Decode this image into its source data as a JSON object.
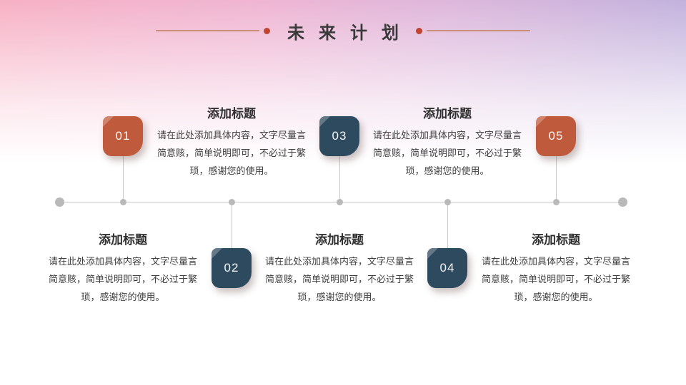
{
  "slide": {
    "title": "未来计划"
  },
  "colors": {
    "accent_orange": "#C05A3C",
    "accent_navy": "#2E4A5E",
    "title_text": "#3A3A3A",
    "deco_line": "#C98E76",
    "deco_dot": "#C14431",
    "timeline_gray": "#C9C9C9",
    "dot_gray": "#B9B9B9",
    "heading_text": "#2F2F2F",
    "body_text": "#404040",
    "gradient_left": "#F7B1C4",
    "gradient_mid": "#EFB5D3",
    "gradient_right": "#C1B2DD"
  },
  "timeline": {
    "items": [
      {
        "number": "01",
        "accent": "orange",
        "position": "top",
        "heading": "添加标题",
        "body": "请在此处添加具体内容，文字尽量言简意赅，简单说明即可，不必过于繁琐，感谢您的使用。"
      },
      {
        "number": "02",
        "accent": "navy",
        "position": "bottom",
        "heading": "添加标题",
        "body": "请在此处添加具体内容，文字尽量言简意赅，简单说明即可，不必过于繁琐，感谢您的使用。"
      },
      {
        "number": "03",
        "accent": "navy",
        "position": "top",
        "heading": "添加标题",
        "body": "请在此处添加具体内容，文字尽量言简意赅，简单说明即可，不必过于繁琐，感谢您的使用。"
      },
      {
        "number": "04",
        "accent": "navy",
        "position": "bottom",
        "heading": "添加标题",
        "body": "请在此处添加具体内容，文字尽量言简意赅，简单说明即可，不必过于繁琐，感谢您的使用。"
      },
      {
        "number": "05",
        "accent": "orange",
        "position": "top",
        "heading": "添加标题",
        "body": "请在此处添加具体内容，文字尽量言简意赅，简单说明即可，不必过于繁琐，感谢您的使用。"
      }
    ]
  }
}
